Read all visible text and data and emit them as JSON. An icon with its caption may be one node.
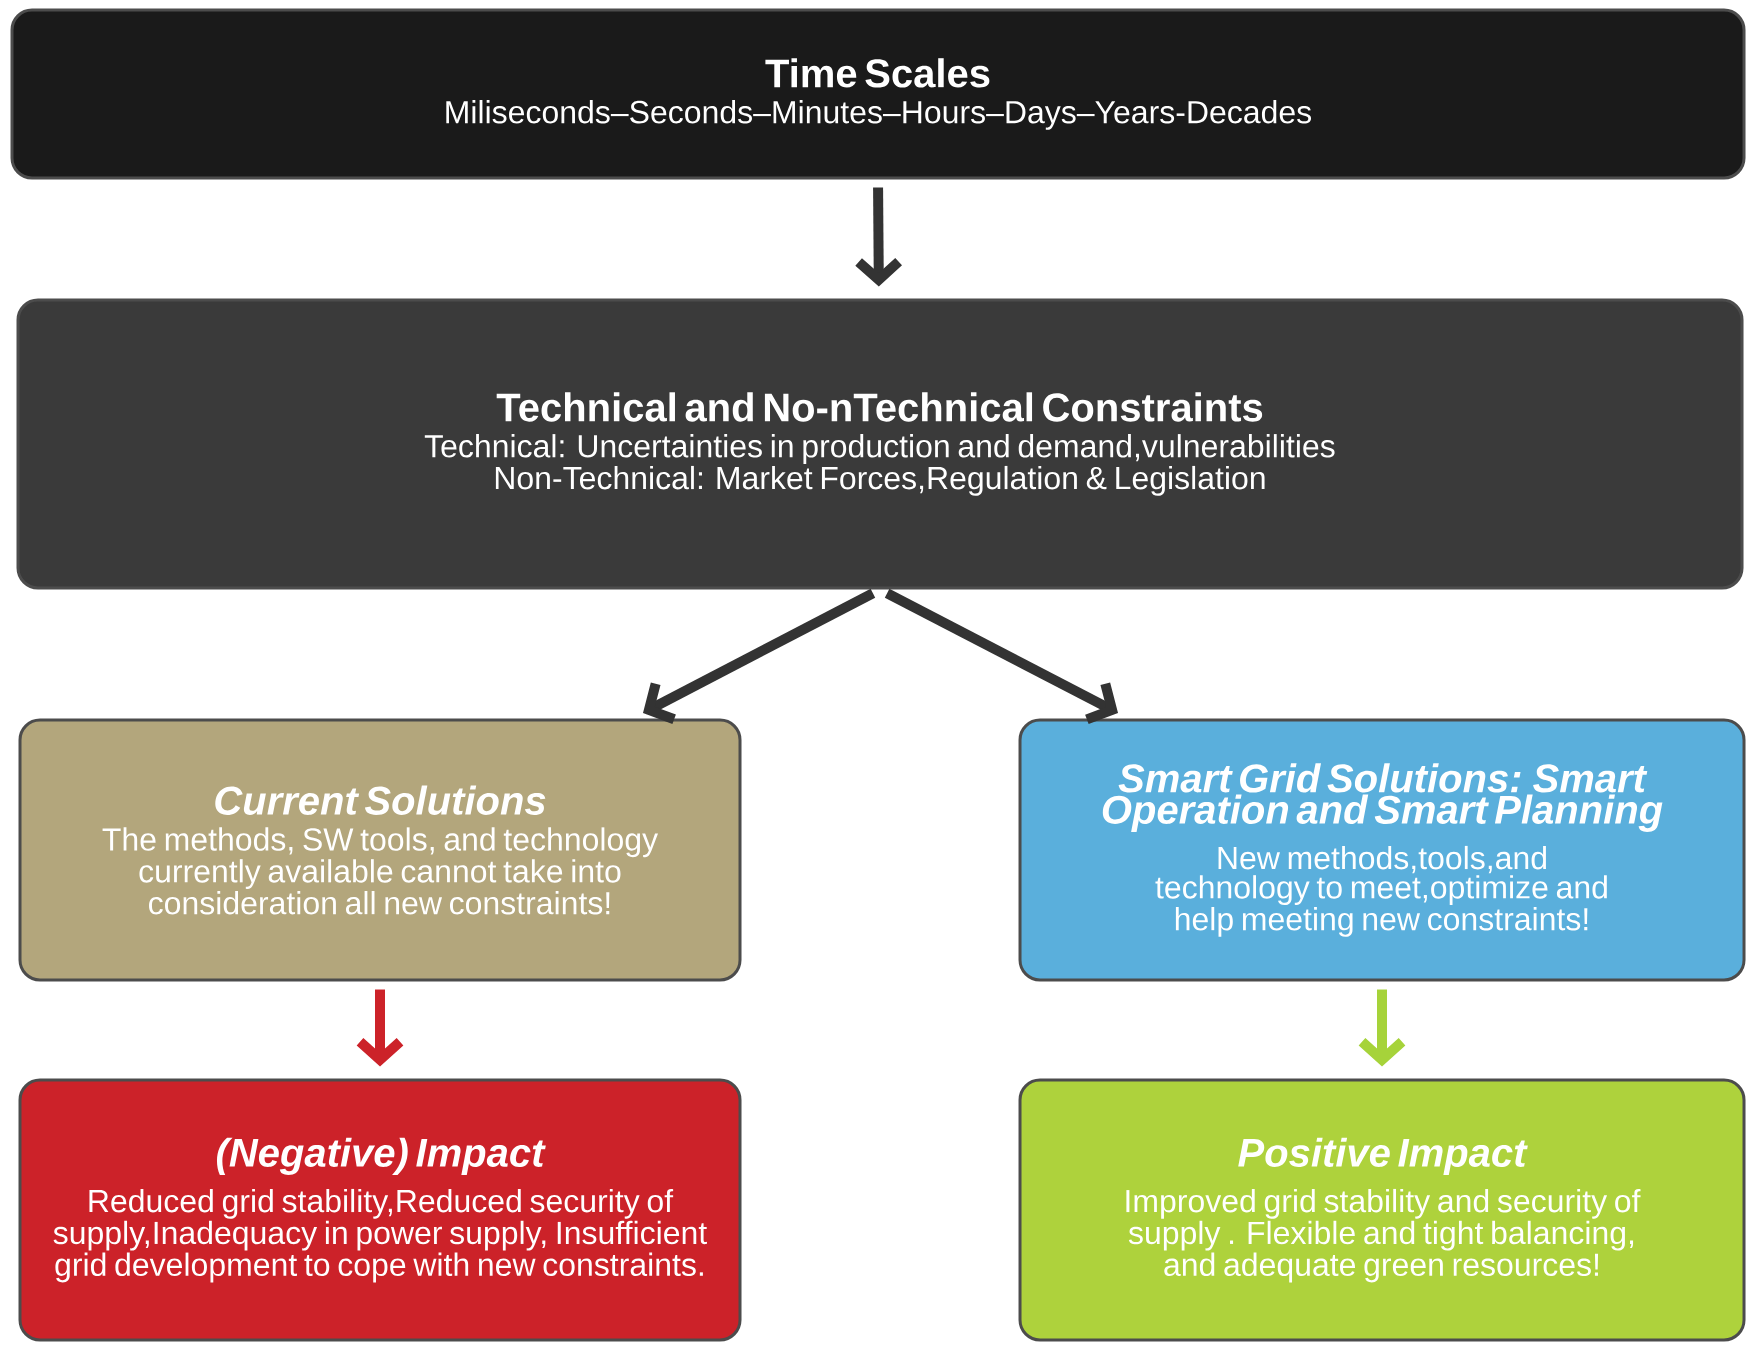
{
  "diagram": {
    "nodes": [
      {
        "text": [
          "Time Scales",
          "Miliseconds–Seconds–Minutes–Hours–Days–Years-Decades"
        ]
      },
      {
        "text": [
          "Technical and No-nTechnical Constraints",
          "Technical: Uncertainties in production and demand,vulnerabilities",
          "Non-Technical: Market Forces,Regulation & Legislation"
        ]
      },
      {
        "text": [
          "Current Solutions",
          "The methods, SW tools, and technology currently available cannot take into consideration all new constraints!"
        ]
      },
      {
        "text": [
          "Smart Grid Solutions: Smart Operation and Smart Planning",
          "New methods,tools,and technology to meet,optimize and help meeting new constraints!"
        ]
      },
      {
        "text": [
          "(Negative) Impact",
          "Reduced grid stability,Reduced security of supply,Inadequacy in power supply, Insufficient grid development to cope with new constraints."
        ]
      },
      {
        "text": [
          "Positive Impact",
          "Improved grid stability and security of supply . Flexible and tight balancing, and adequate green resources!"
        ]
      }
    ],
    "edges": [
      {
        "from": 0,
        "to": 1,
        "arrow": "to"
      },
      {
        "from": 1,
        "to": 2,
        "arrow": "to"
      },
      {
        "from": 1,
        "to": 3,
        "arrow": "to"
      },
      {
        "from": 2,
        "to": 4,
        "arrow": "to",
        "color": "#cc2229"
      },
      {
        "from": 3,
        "to": 5,
        "arrow": "to",
        "color": "#a6d33a"
      }
    ]
  }
}
